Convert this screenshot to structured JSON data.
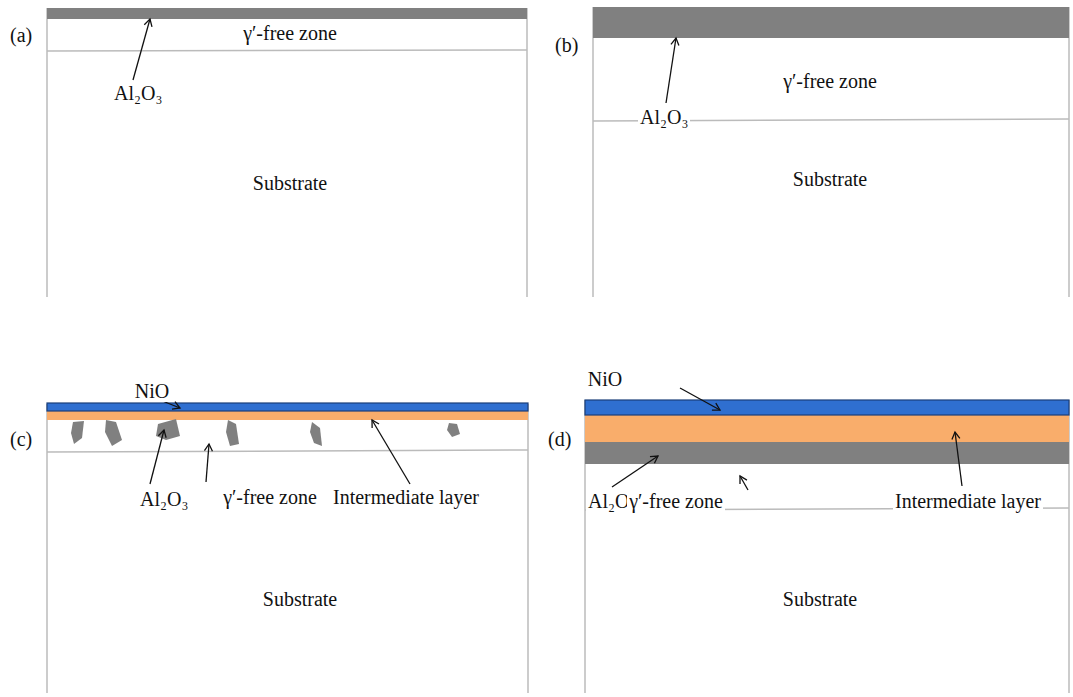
{
  "diagram": {
    "labels": [
      "(a)",
      "γ′-free zone",
      "Al₂O₃",
      "Substrate",
      "(b)",
      "γ′-free zone",
      "Al₂O₃",
      "Substrate",
      "(c)",
      "NiO",
      "Al₂O₃",
      "γ′-free zone",
      "Intermediate layer",
      "Substrate",
      "(d)",
      "NiO",
      "Intermediate layer",
      "Al₂O₃",
      "γ′-free zone",
      "Substrate"
    ]
  }
}
